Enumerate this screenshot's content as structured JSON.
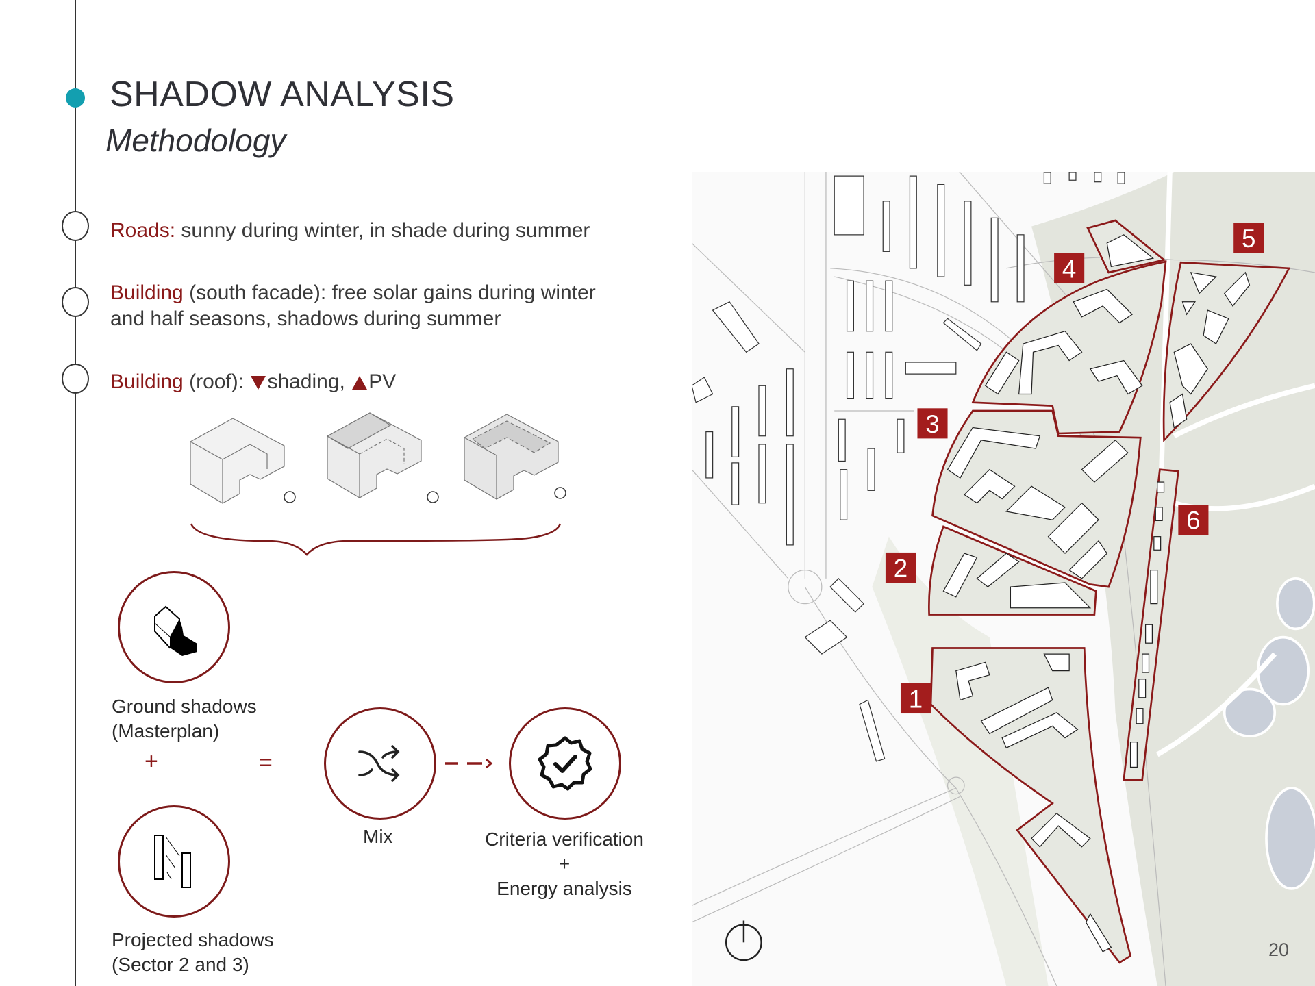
{
  "header": {
    "title": "SHADOW ANALYSIS",
    "subtitle": "Methodology"
  },
  "items": [
    {
      "highlight": "Roads:",
      "text": " sunny during winter, in shade during summer"
    },
    {
      "highlight": "Building",
      "text": " (south facade): free solar gains during winter",
      "text2": "and half seasons, shadows during summer"
    },
    {
      "highlight": "Building",
      "text": " (roof): ",
      "shading": "shading, ",
      "pv": "PV"
    }
  ],
  "diagram": {
    "ground_shadows": [
      "Ground shadows",
      "(Masterplan)"
    ],
    "projected_shadows": [
      "Projected shadows",
      "(Sector 2 and 3)"
    ],
    "plus": "+",
    "equals": "=",
    "mix": "Mix",
    "result": [
      "Criteria verification",
      "+",
      "Energy analysis"
    ]
  },
  "map": {
    "sectors": [
      "1",
      "2",
      "3",
      "4",
      "5",
      "6"
    ]
  },
  "page_number": "20",
  "colors": {
    "accent_red": "#8b1a1a",
    "teal": "#139fb0",
    "park": "#e3e5dd"
  }
}
